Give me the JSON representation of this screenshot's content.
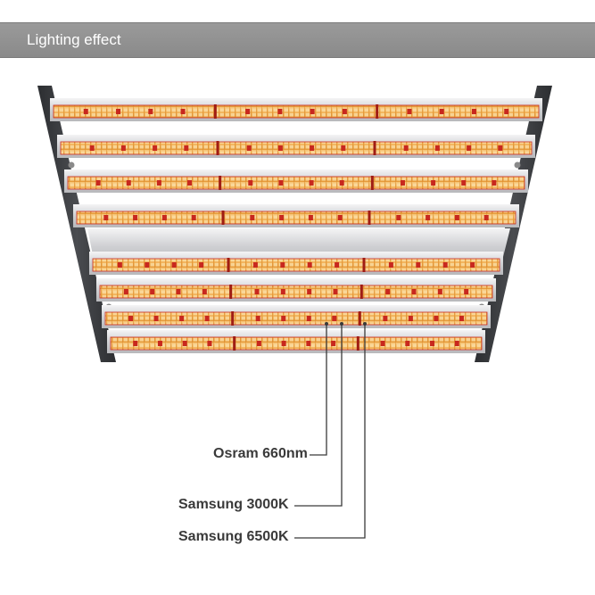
{
  "header": {
    "title": "Lighting effect"
  },
  "fixture": {
    "bar_count": 8
  },
  "callouts": [
    {
      "label": "Osram 660nm"
    },
    {
      "label": "Samsung 3000K"
    },
    {
      "label": "Samsung 6500K"
    }
  ],
  "colors": {
    "header_bg": "#8f8f8f",
    "frame": "#3a3c3f",
    "led_warm": "#f3b35a",
    "led_red": "#c8281e",
    "bar_silver": "#d9dadc"
  }
}
